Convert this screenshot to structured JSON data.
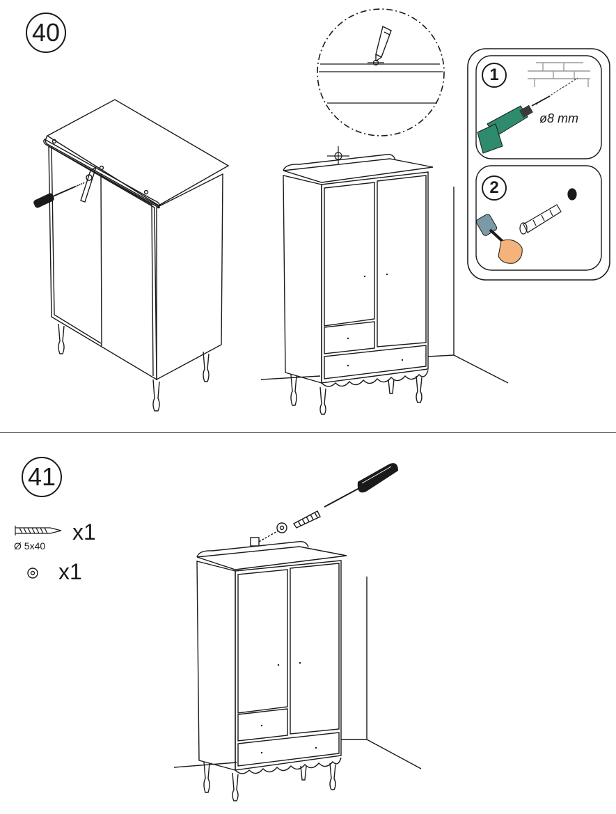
{
  "steps": [
    {
      "number": "40"
    },
    {
      "number": "41"
    }
  ],
  "detail_inset": {
    "step1_number": "1",
    "drill_size": "ø8 mm",
    "step2_number": "2"
  },
  "parts": [
    {
      "name": "screw",
      "size": "Ø 5x40",
      "qty": "x1"
    },
    {
      "name": "washer",
      "qty": "x1"
    }
  ],
  "colors": {
    "line": "#1a1a1a",
    "drill_green": "#2e8b6e",
    "drill_dark": "#3a3a3a",
    "hand": "#f4b37a",
    "mallet": "#7a9aa8"
  }
}
